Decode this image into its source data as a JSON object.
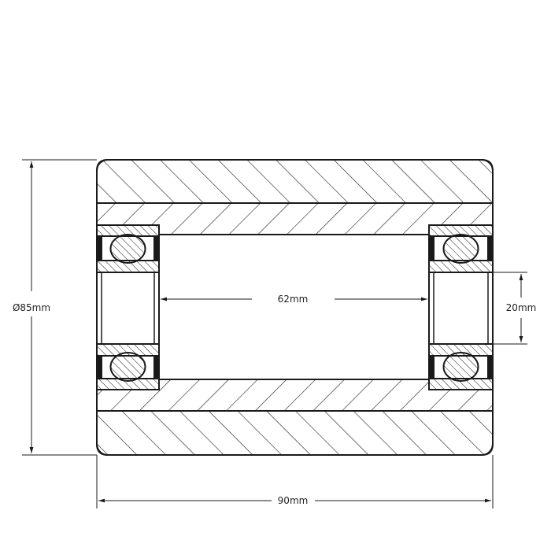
{
  "drawing": {
    "dimensions": {
      "outer_diameter": "Ø85mm",
      "length": "90mm",
      "bearing_spacing": "62mm",
      "bore": "20mm"
    },
    "colors": {
      "line": "#1a1a1a",
      "background": "#ffffff"
    }
  }
}
